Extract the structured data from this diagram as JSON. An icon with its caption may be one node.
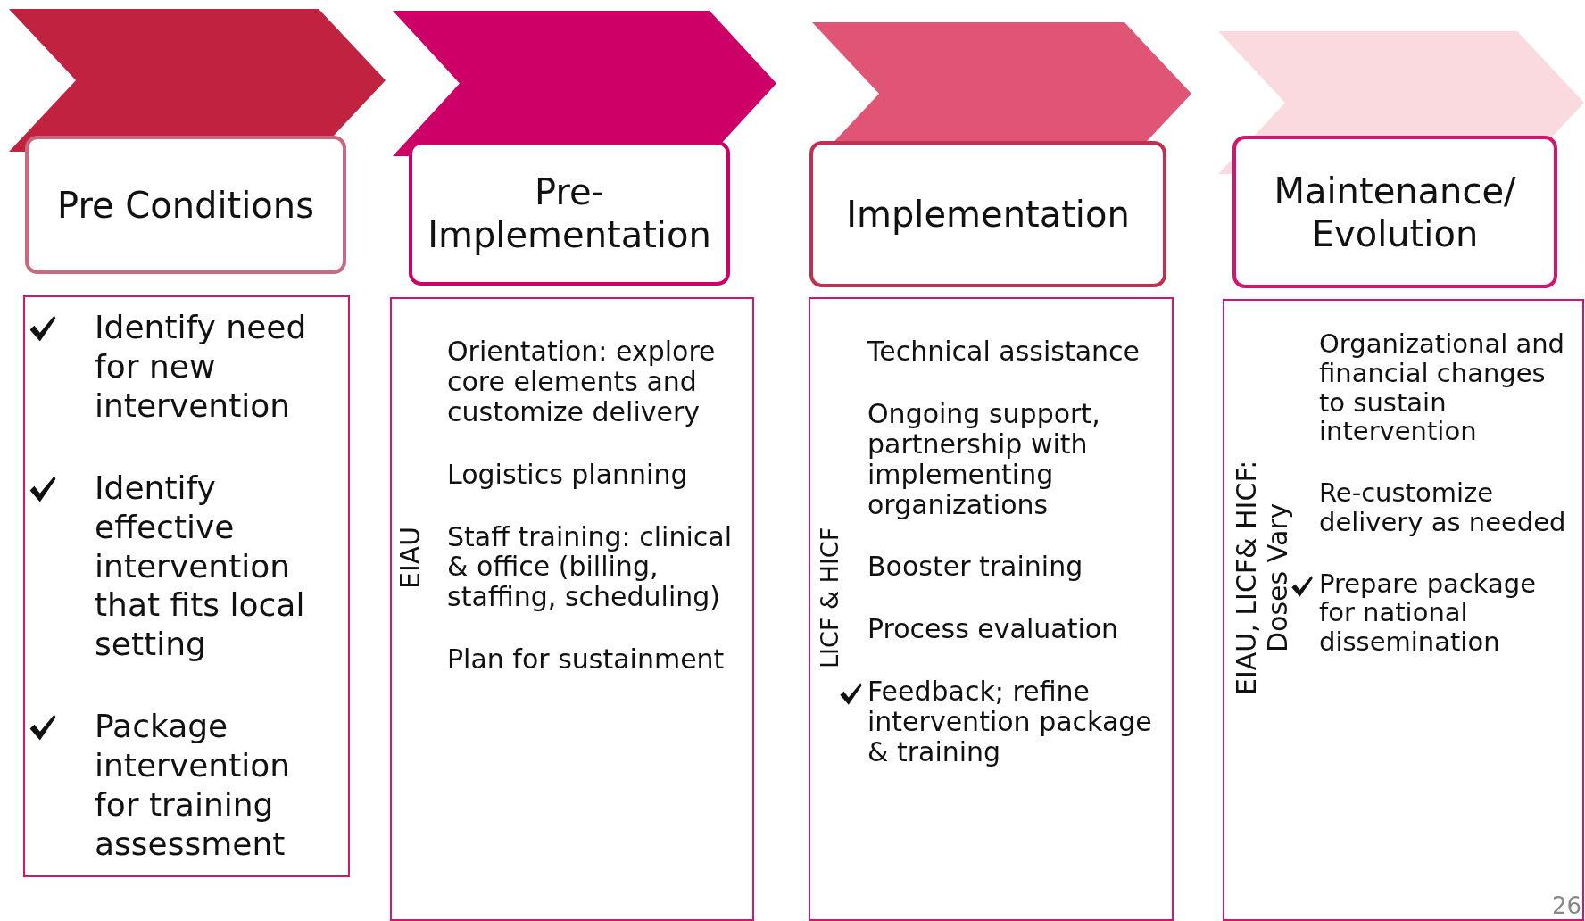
{
  "diagram": {
    "nodes": [
      {
        "text": [
          "Pre Conditions"
        ]
      },
      {
        "text": [
          "Identify need for new intervention",
          "Identify effective intervention that fits local setting",
          "Package intervention for training assessment"
        ]
      },
      {
        "text": [
          "Pre-Implementation"
        ]
      },
      {
        "text": [
          "EIAU",
          "Orientation: explore core elements and customize delivery",
          "Logistics planning",
          "Staff training: clinical & office (billing, staffing, scheduling)",
          "Plan for sustainment"
        ]
      },
      {
        "text": [
          "Implementation"
        ]
      },
      {
        "text": [
          "LICF & HICF",
          "Technical assistance",
          "Ongoing support, partnership with implementing organizations",
          "Booster training",
          "Process evaluation",
          "Feedback; refine intervention package & training"
        ]
      },
      {
        "text": [
          "Maintenance/ Evolution"
        ]
      },
      {
        "text": [
          "EIAU, LICF& HICF: Doses Vary",
          "Organizational and financial changes to sustain intervention",
          "Re-customize delivery as needed",
          "Prepare package for national dissemination"
        ]
      }
    ],
    "labels": [
      "26"
    ]
  }
}
